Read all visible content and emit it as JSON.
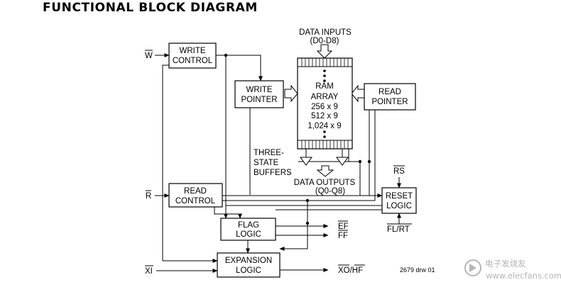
{
  "title": "FUNCTIONAL BLOCK DIAGRAM",
  "blocks": {
    "write_control": [
      "WRITE",
      "CONTROL"
    ],
    "write_pointer": [
      "WRITE",
      "POINTER"
    ],
    "ram_array": [
      "RAM",
      "ARRAY",
      "256 x 9",
      "512 x 9",
      "1,024 x 9"
    ],
    "read_pointer": [
      "READ",
      "POINTER"
    ],
    "read_control": [
      "READ",
      "CONTROL"
    ],
    "reset_logic": [
      "RESET",
      "LOGIC"
    ],
    "flag_logic": [
      "FLAG",
      "LOGIC"
    ],
    "expansion_logic": [
      "EXPANSION",
      "LOGIC"
    ]
  },
  "labels": {
    "data_inputs": "DATA INPUTS",
    "data_inputs_pins": "(D0-D8)",
    "data_outputs": "DATA OUTPUTS",
    "data_outputs_pins": "(Q0-Q8)",
    "three_state": [
      "THREE-",
      "STATE",
      "BUFFERS"
    ]
  },
  "signals": {
    "w": "W",
    "r": "R",
    "xi": "XI",
    "rs": "RS",
    "fl_rt": "FL/RT",
    "ef": "EF",
    "ff": "FF",
    "xo_hf": "XO/HF"
  },
  "drawing_number": "2679 drw 01",
  "watermark": {
    "cn": "电子发烧友",
    "url": "www.elecfans.com"
  }
}
